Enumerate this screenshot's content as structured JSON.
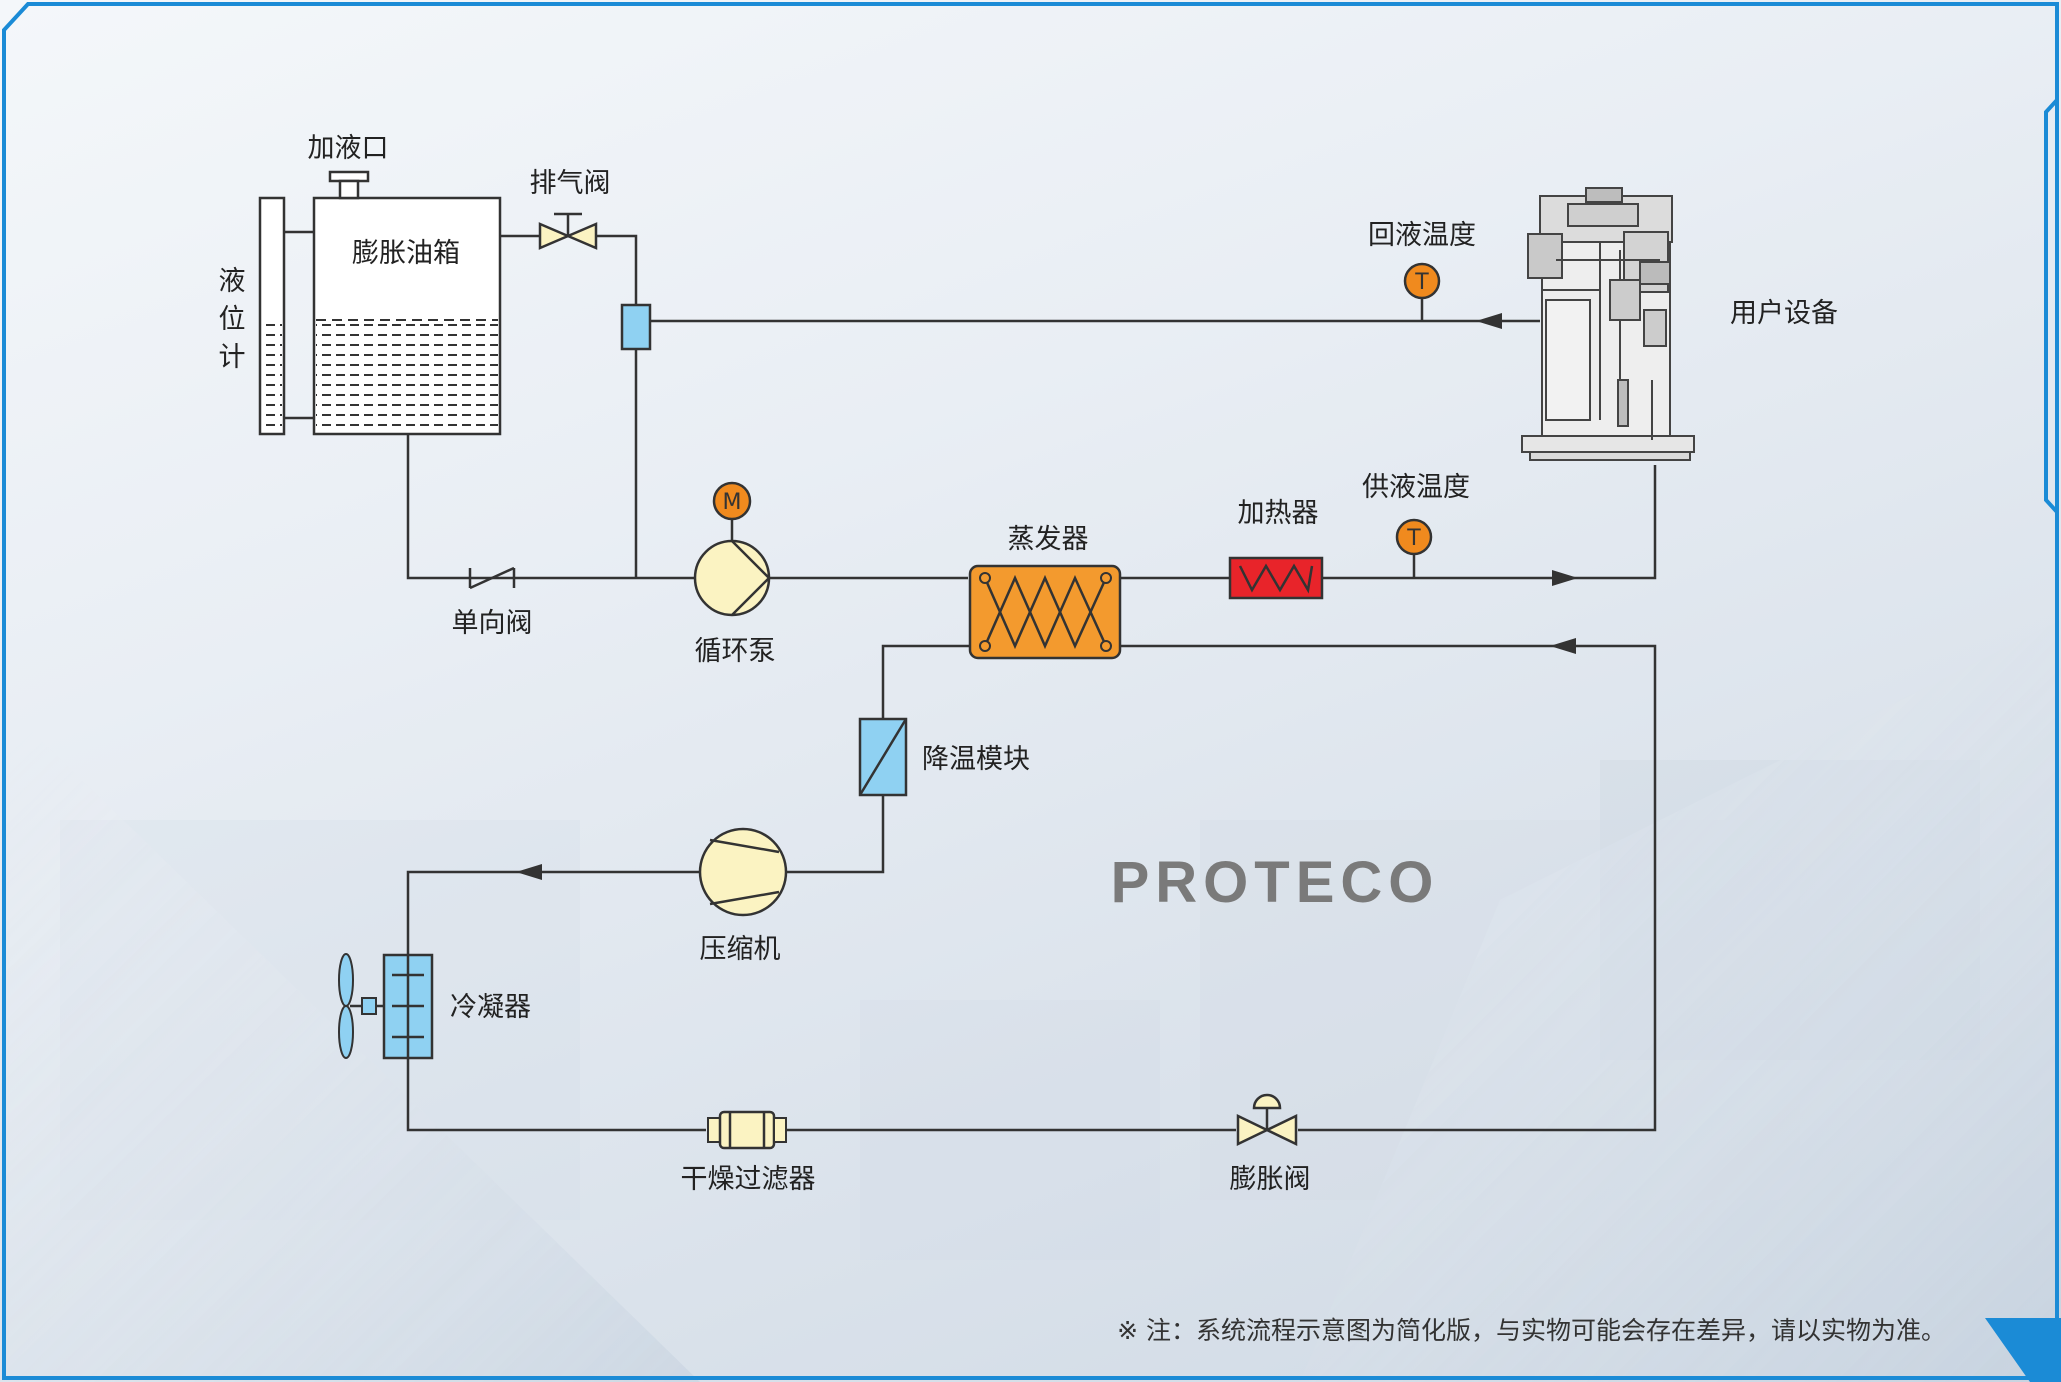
{
  "labels": {
    "fill_port": "加液口",
    "expansion_tank": "膨胀油箱",
    "level_gauge": [
      "液",
      "位",
      "计"
    ],
    "vent_valve": "排气阀",
    "return_temp": "回液温度",
    "user_equipment": "用户设备",
    "supply_temp": "供液温度",
    "heater": "加热器",
    "evaporator": "蒸发器",
    "check_valve": "单向阀",
    "circulation_pump": "循环泵",
    "cooling_module": "降温模块",
    "compressor": "压缩机",
    "condenser": "冷凝器",
    "dryer_filter": "干燥过滤器",
    "expansion_valve": "膨胀阀"
  },
  "symbols": {
    "motor": "M",
    "temp_sensor": "T"
  },
  "brand": "PROTECO",
  "footnote": "※ 注：系统流程示意图为简化版，与实物可能会存在差异，请以实物为准。",
  "colors": {
    "frame": "#1b8bd6",
    "evaporator": "#f39a2e",
    "heater": "#e8242a",
    "sensor": "#f08a1e",
    "pump": "#fbf3c2",
    "cooling_module": "#8fd1f2",
    "condenser": "#8fd1f2",
    "brand": "#7a7a7a"
  }
}
